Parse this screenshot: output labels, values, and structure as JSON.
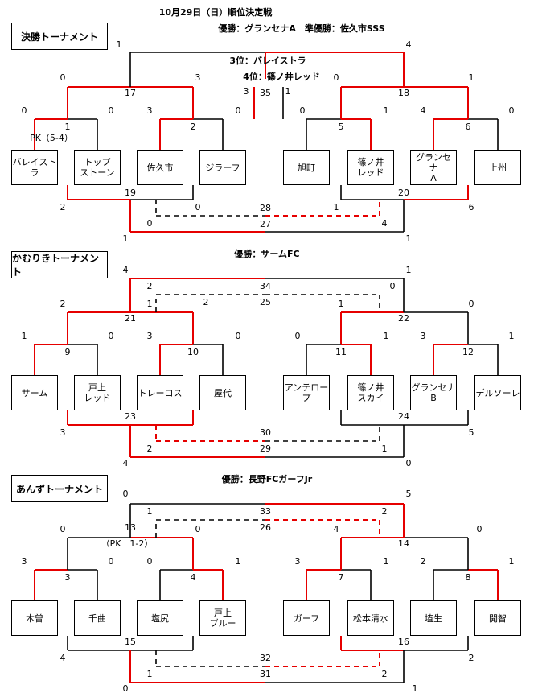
{
  "colors": {
    "win": "#e60000",
    "line": "#000000"
  },
  "header": "10月29日（日）順位決定戦",
  "sections": [
    {
      "title": "決勝トーナメント",
      "winner": "優勝：グランセナA　準優勝：佐久市SSS",
      "place3": "3位：バレイストラ",
      "place4": "4位：篠ノ井レッド",
      "teams": [
        "バレイスト\nラ",
        "トップ\nストーン",
        "佐久市",
        "ジラーフ",
        "旭町",
        "篠ノ井\nレッド",
        "グランセ\nナ\nA",
        "上州"
      ],
      "match_nums": [
        "1",
        "2",
        "5",
        "6",
        "17",
        "18",
        "19",
        "20",
        "35",
        "28",
        "27"
      ],
      "scores": [
        "0",
        "0",
        "3",
        "0",
        "0",
        "1",
        "4",
        "0",
        "0",
        "3",
        "0",
        "1",
        "1",
        "4",
        "3",
        "1",
        "2",
        "0",
        "1",
        "6",
        "0",
        "4",
        "1",
        "1"
      ],
      "note": "PK（5-4）"
    },
    {
      "title": "かむりきトーナメント",
      "winner": "優勝：サームFC",
      "teams": [
        "サーム",
        "戸上\nレッド",
        "トレーロス",
        "屋代",
        "アンテロー\nプ",
        "篠ノ井\nスカイ",
        "グランセナ\nB",
        "デルソーレ"
      ],
      "match_nums": [
        "9",
        "10",
        "11",
        "12",
        "21",
        "22",
        "23",
        "24",
        "34",
        "25",
        "30",
        "29"
      ],
      "scores": [
        "1",
        "0",
        "3",
        "0",
        "0",
        "1",
        "3",
        "1",
        "2",
        "1",
        "1",
        "0",
        "4",
        "1",
        "2",
        "0",
        "2",
        "3",
        "5",
        "2",
        "1",
        "4",
        "0"
      ]
    },
    {
      "title": "あんずトーナメント",
      "winner": "優勝：長野FCガーフJr",
      "teams": [
        "木曽",
        "千曲",
        "塩尻",
        "戸上\nブルー",
        "ガーフ",
        "松本清水",
        "埴生",
        "開智"
      ],
      "match_nums": [
        "3",
        "4",
        "7",
        "8",
        "13",
        "14",
        "15",
        "16",
        "33",
        "26",
        "32",
        "31"
      ],
      "scores": [
        "3",
        "0",
        "0",
        "1",
        "3",
        "1",
        "2",
        "1",
        "0",
        "0",
        "4",
        "0",
        "0",
        "5",
        "1",
        "2",
        "4",
        "2",
        "1",
        "2",
        "0",
        "1"
      ],
      "note": "（PK　1-2）"
    }
  ]
}
